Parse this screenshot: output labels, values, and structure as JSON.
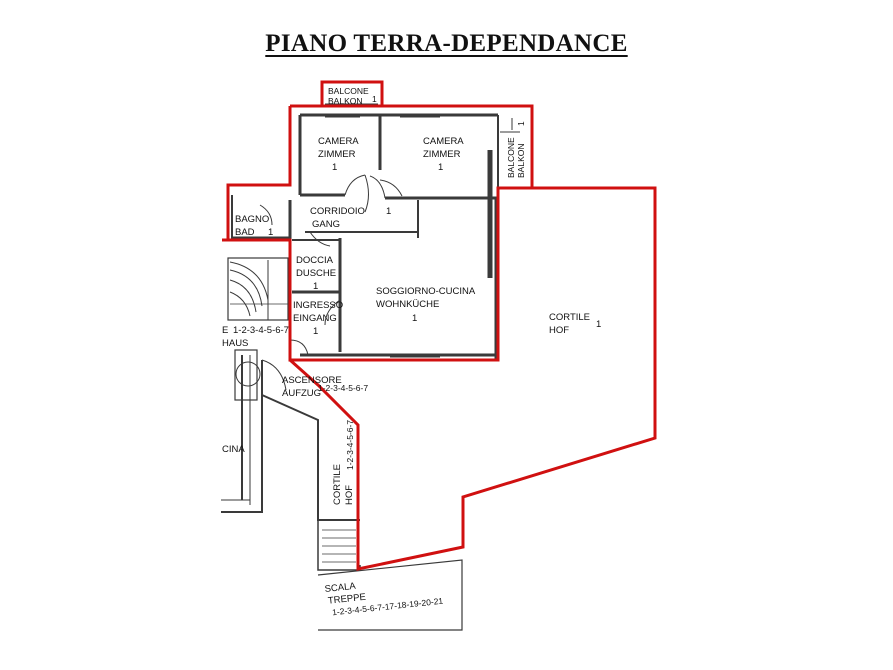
{
  "title": "PIANO TERRA-DEPENDANCE",
  "colors": {
    "boundary": "#d01010",
    "walls": "#3a3a3a",
    "text": "#111111"
  },
  "rooms": {
    "balcone_top": {
      "name1": "BALCONE",
      "name2": "BALKON",
      "num": "1"
    },
    "camera_left": {
      "name1": "CAMERA",
      "name2": "ZIMMER",
      "num": "1"
    },
    "camera_right": {
      "name1": "CAMERA",
      "name2": "ZIMMER",
      "num": "1"
    },
    "balcone_side": {
      "name1": "BALCONE",
      "name2": "BALKON",
      "num": "1"
    },
    "bagno": {
      "name1": "BAGNO",
      "name2": "BAD",
      "num": "1"
    },
    "corridoio": {
      "name1": "CORRIDOIO",
      "name2": "GANG",
      "num": "1"
    },
    "doccia": {
      "name1": "DOCCIA",
      "name2": "DUSCHE",
      "num": "1"
    },
    "soggiorno": {
      "name1": "SOGGIORNO-CUCINA",
      "name2": "WOHNKÜCHE",
      "num": "1"
    },
    "ingresso": {
      "name1": "INGRESSO",
      "name2": "EINGANG",
      "num": "1"
    },
    "cortile_main": {
      "name1": "CORTILE",
      "name2": "HOF",
      "num": "1"
    },
    "ascensore": {
      "name1": "ASCENSORE",
      "name2": "AUFZUG",
      "nums": "1-2-3-4-5-6-7"
    },
    "haus": {
      "name1": "E",
      "name2": "HAUS",
      "nums": "1-2-3-4-5-6-7"
    },
    "cortile_side": {
      "name1": "CORTILE",
      "name2": "HOF",
      "nums": "1-2-3-4-5-6-7"
    },
    "cina": {
      "name": "CINA"
    },
    "scala": {
      "name1": "SCALA",
      "name2": "TREPPE",
      "nums": "1-2-3-4-5-6-7-17-18-19-20-21"
    }
  }
}
